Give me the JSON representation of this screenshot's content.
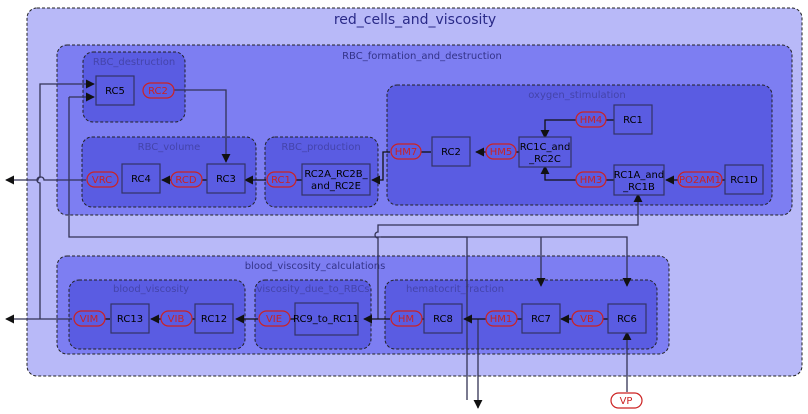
{
  "diagram": {
    "title": "red_cells_and_viscosity",
    "colors": {
      "outer_fill": "#b8b9f8",
      "mid_fill": "#7d7ef2",
      "inner_fill": "#5a5ce2",
      "node_stroke": "#333366",
      "variable_stroke": "#cc2222",
      "variable_text": "#cc2222",
      "line": "#333355"
    },
    "groups": {
      "formation": "RBC_formation_and_destruction",
      "destruction": "RBC_destruction",
      "volume": "RBC_volume",
      "production": "RBC_production",
      "oxygen": "oxygen_stimulation",
      "viscosity_calc": "blood_viscosity_calculations",
      "blood_viscosity": "blood_viscosity",
      "viscosity_rbc": "viscosity_due_to_RBCs",
      "hematocrit": "hematocrit_fraction"
    },
    "nodes": {
      "RC5": "RC5",
      "RC4": "RC4",
      "RC3": "RC3",
      "RC2ABE_1": "RC2A_RC2B_",
      "RC2ABE_2": "and_RC2E",
      "RC2": "RC2",
      "RC1C_1": "RC1C_and",
      "RC1C_2": "_RC2C",
      "RC1": "RC1",
      "RC1A_1": "RC1A_and",
      "RC1A_2": "_RC1B",
      "RC1D": "RC1D",
      "RC13": "RC13",
      "RC12": "RC12",
      "RC9": "RC9_to_RC11",
      "RC8": "RC8",
      "RC7": "RC7",
      "RC6": "RC6"
    },
    "variables": {
      "RC2": "RC2",
      "VRC": "VRC",
      "RCD": "RCD",
      "RC1": "RC1",
      "HM7": "HM7",
      "HM5": "HM5",
      "HM4": "HM4",
      "HM3": "HM3",
      "PO2AM1": "PO2AM1",
      "VIM": "VIM",
      "VIB": "VIB",
      "VIE": "VIE",
      "HM": "HM",
      "HM1": "HM1",
      "VB": "VB",
      "VP": "VP"
    }
  }
}
